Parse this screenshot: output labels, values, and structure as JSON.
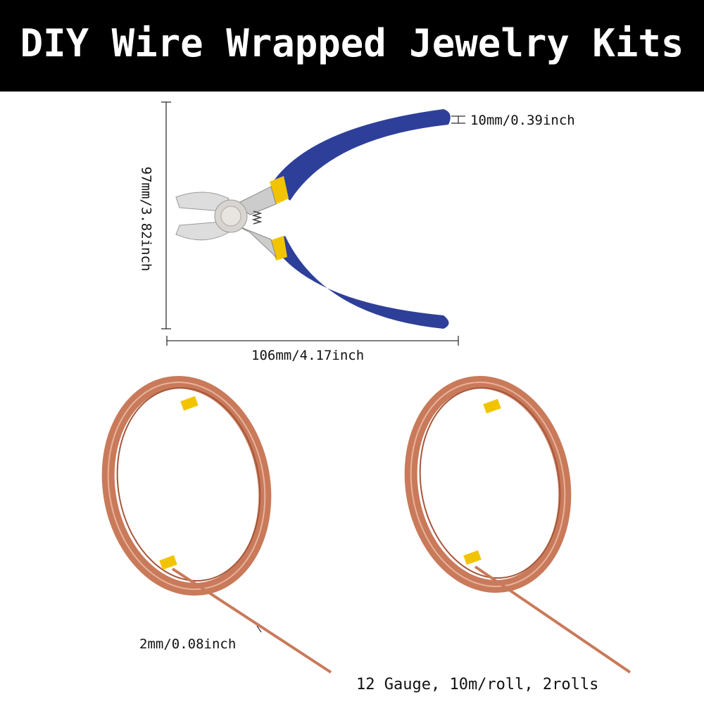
{
  "title": "DIY Wire Wrapped Jewelry Kits",
  "pliers": {
    "height_label": "97mm/3.82inch",
    "width_label": "106mm/4.17inch",
    "handle_label": "10mm/0.39inch"
  },
  "wire": {
    "diameter_label": "2mm/0.08inch",
    "spec_label": "12 Gauge, 10m/roll, 2rolls"
  },
  "colors": {
    "handle": "#2e3f9a",
    "accent": "#f2c400",
    "copper": "#c97a5a",
    "banner": "#000000"
  }
}
